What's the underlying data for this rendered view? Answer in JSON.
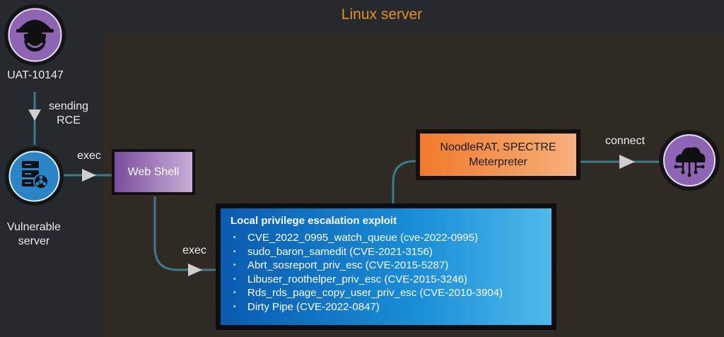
{
  "region": {
    "title": "Linux server"
  },
  "actor": {
    "label": "UAT-10147",
    "icon": "hacker-icon"
  },
  "victim": {
    "label_line1": "Vulnerable",
    "label_line2": "server",
    "icon": "server-biohazard-icon"
  },
  "cloud": {
    "icon": "cloud-network-icon"
  },
  "edges": {
    "sending_line1": "sending",
    "sending_line2": "RCE",
    "exec1": "exec",
    "exec2": "exec",
    "connect": "connect"
  },
  "webshell": {
    "label": "Web Shell"
  },
  "rat": {
    "line1": "NoodleRAT, SPECTRE",
    "line2": "Meterpreter"
  },
  "lpe": {
    "title": "Local privilege escalation exploit",
    "items": [
      "CVE_2022_0995_watch_queue (cve-2022-0995)",
      "sudo_baron_samedit (CVE-2021-3156)",
      "Abrt_sosreport_priv_esc (CVE-2015-5287)",
      "Libuser_roothelper_priv_esc (CVE-2015-3246)",
      "Rds_rds_page_copy_user_priv_esc (CVE-2010-3904)",
      "Dirty Pipe (CVE-2022-0847)"
    ]
  },
  "colors": {
    "accent": "#e8921e",
    "connector": "#3d7a8a",
    "purple": "#8a5fb0",
    "orange": "#f07a2a",
    "blue": "#1a8fd8"
  }
}
